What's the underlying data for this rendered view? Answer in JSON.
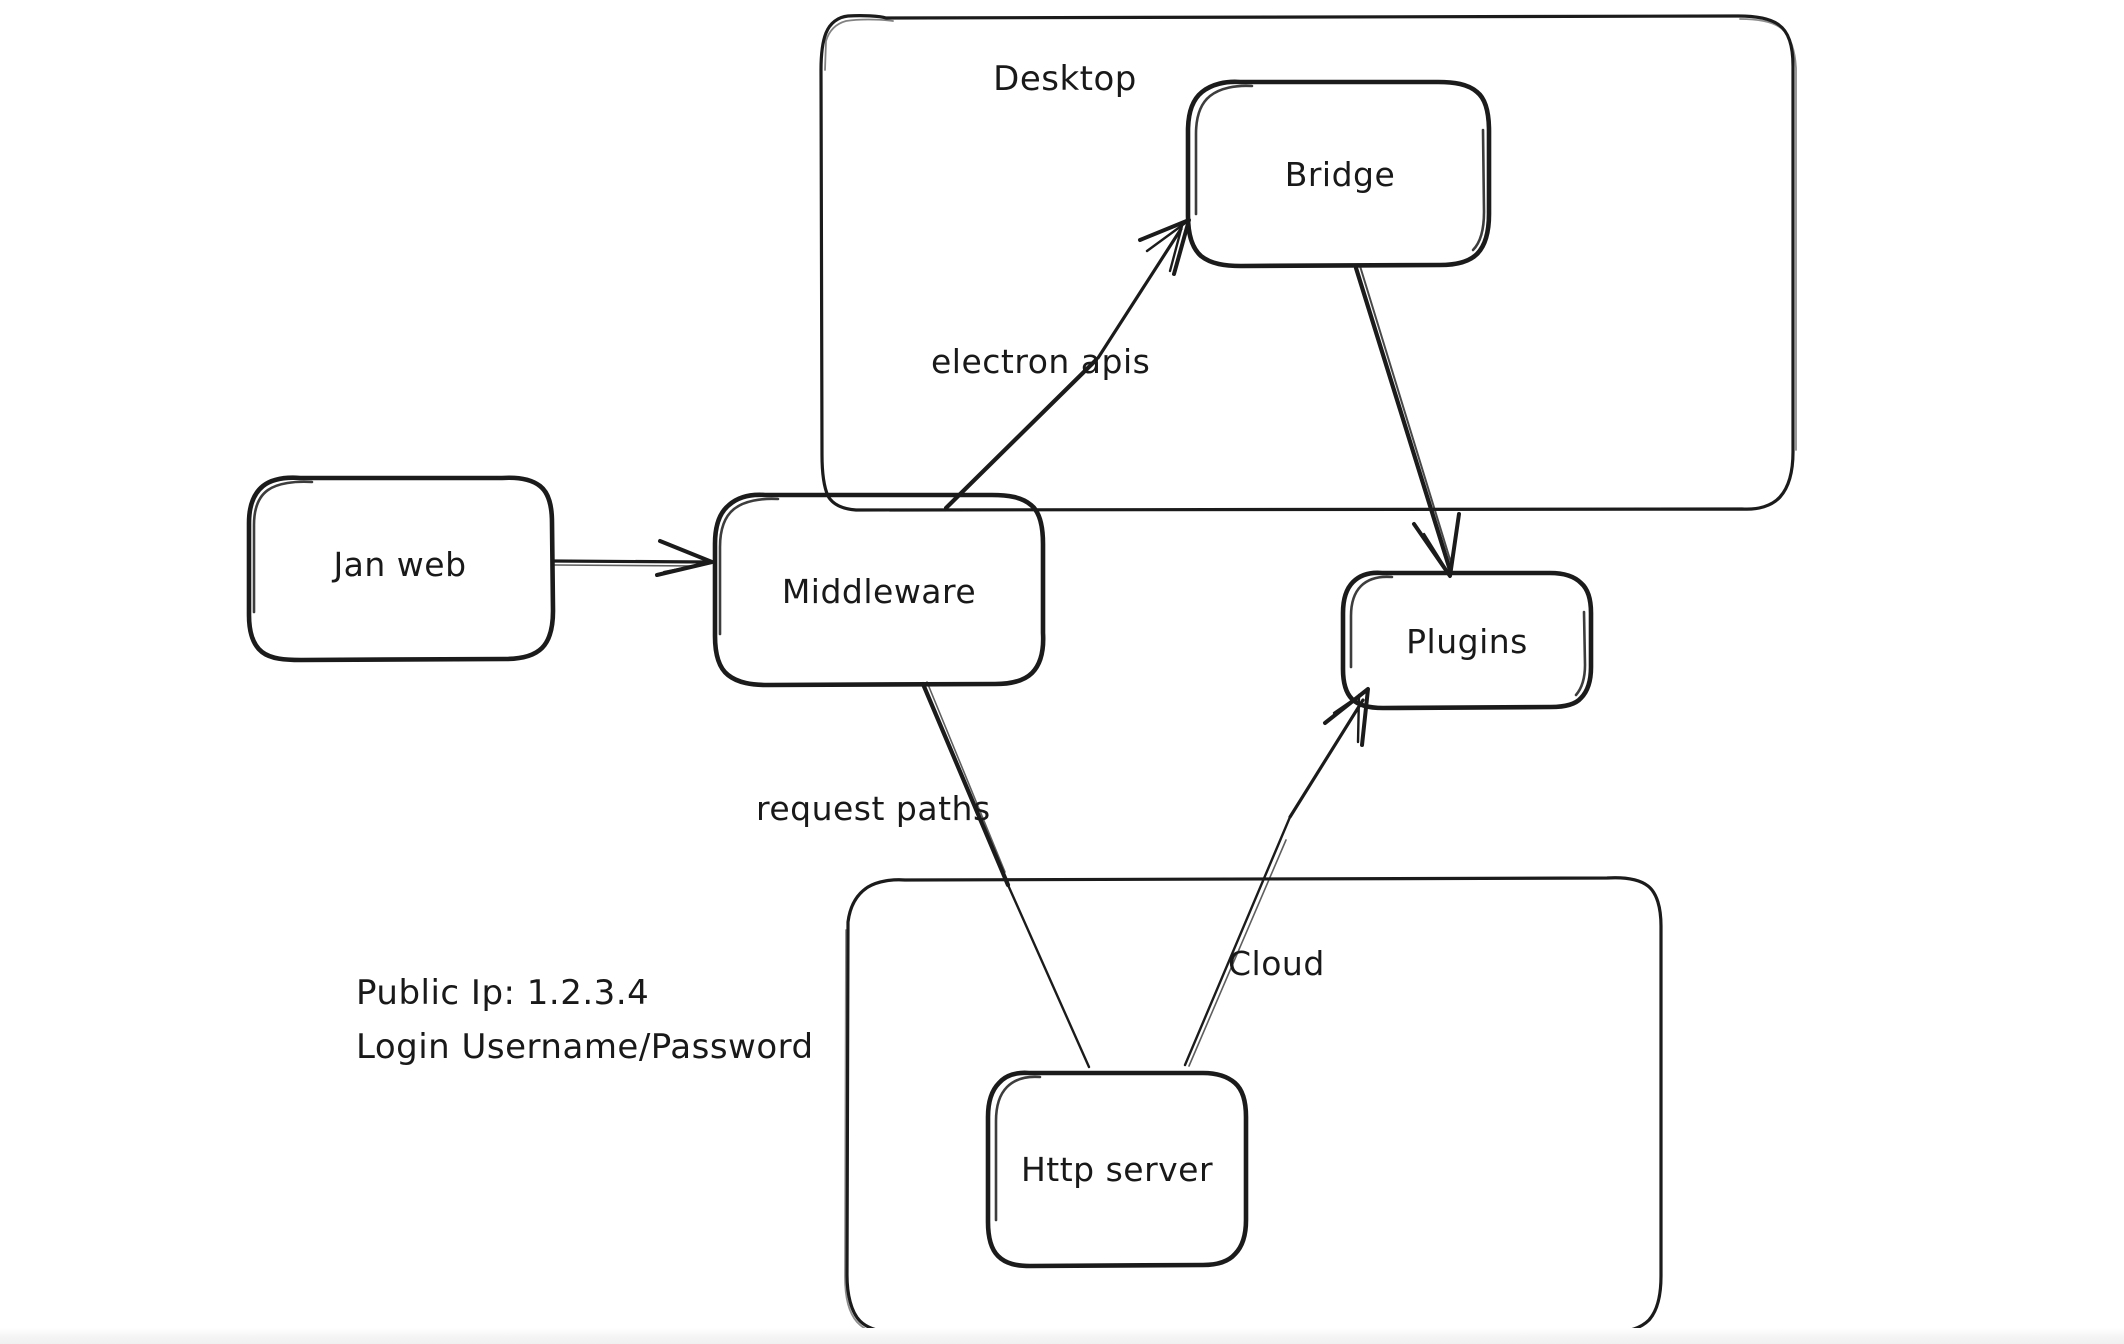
{
  "diagram": {
    "title": "Jan application architecture sketch",
    "style": "hand-drawn whiteboard",
    "background_color": "#ffffff",
    "stroke_color": "#1b1b1b",
    "groups": [
      {
        "id": "desktop",
        "label": "Desktop"
      },
      {
        "id": "cloud",
        "label": ""
      }
    ],
    "nodes": [
      {
        "id": "jan-web",
        "label": "Jan web"
      },
      {
        "id": "middleware",
        "label": "Middleware"
      },
      {
        "id": "bridge",
        "label": "Bridge"
      },
      {
        "id": "plugins",
        "label": "Plugins"
      },
      {
        "id": "http-server",
        "label": "Http server"
      }
    ],
    "edges": [
      {
        "id": "janweb-to-middleware",
        "from": "jan-web",
        "to": "middleware",
        "label": "",
        "arrow": true
      },
      {
        "id": "middleware-to-bridge",
        "from": "middleware",
        "to": "bridge",
        "label": "electron apis",
        "arrow": true
      },
      {
        "id": "bridge-to-plugins",
        "from": "bridge",
        "to": "plugins",
        "label": "",
        "arrow": true
      },
      {
        "id": "middleware-to-httpserver",
        "from": "middleware",
        "to": "http-server",
        "label": "request paths",
        "arrow": false
      },
      {
        "id": "httpserver-to-plugins",
        "from": "http-server",
        "to": "plugins",
        "label": "Cloud",
        "arrow": true
      }
    ],
    "edge_labels": {
      "electron_apis": "electron apis",
      "request_paths": "request paths",
      "cloud": "Cloud"
    },
    "notes": {
      "public_ip": "Public Ip: 1.2.3.4",
      "login": "Login Username/Password"
    }
  }
}
